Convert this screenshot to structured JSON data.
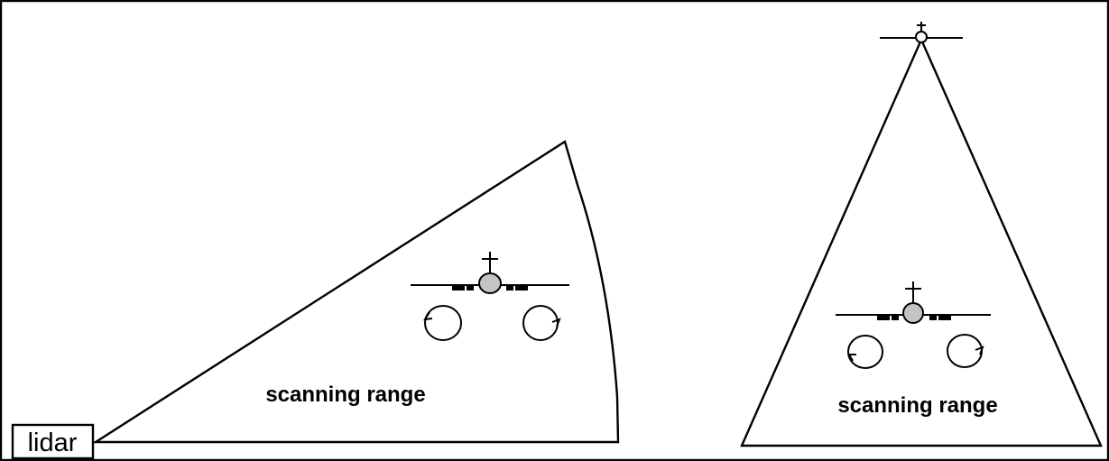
{
  "side_view": {
    "lidar_label": "lidar",
    "range_label": "scanning range"
  },
  "top_view": {
    "range_label": "scanning range"
  },
  "colors": {
    "line": "#000000",
    "aircraft_fill": "#c4c4c4",
    "background": "#ffffff"
  },
  "icons": {
    "aircraft": "aircraft-front-icon",
    "vortex": "wake-vortex-icon"
  }
}
